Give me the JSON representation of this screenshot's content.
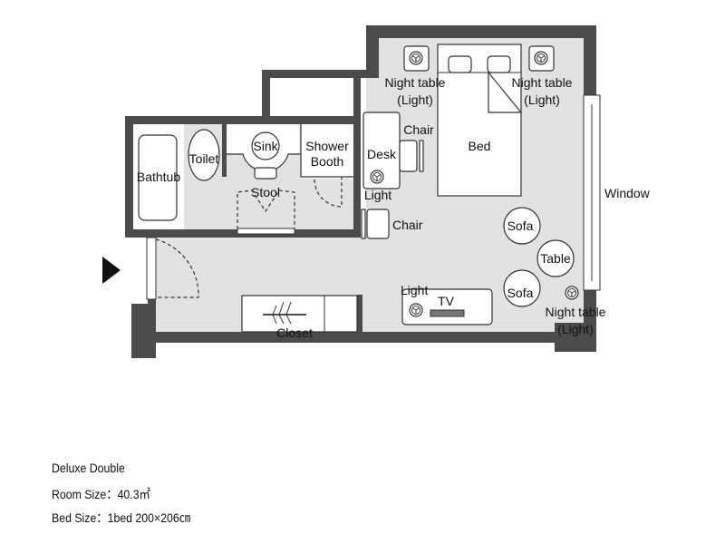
{
  "room_type": "Deluxe Double",
  "room_size": "Room Size：40.3㎡",
  "bed_size": "Bed Size：1bed 200×206㎝",
  "labels": {
    "bathtub": "Bathtub",
    "toilet": "Toilet",
    "sink": "Sink",
    "shower1": "Shower",
    "shower2": "Booth",
    "stool": "Stool",
    "closet": "Closet",
    "night_table": "Night table",
    "light_paren": "(Light)",
    "bed": "Bed",
    "desk": "Desk",
    "chair": "Chair",
    "light": "Light",
    "window": "Window",
    "sofa": "Sofa",
    "table": "Table",
    "tv": "TV"
  },
  "icons": {
    "entrance": "entrance-arrow-icon",
    "lamp": "lamp-icon"
  },
  "colors": {
    "wall": "#4b4b4b",
    "floor": "#e2e2e2"
  }
}
